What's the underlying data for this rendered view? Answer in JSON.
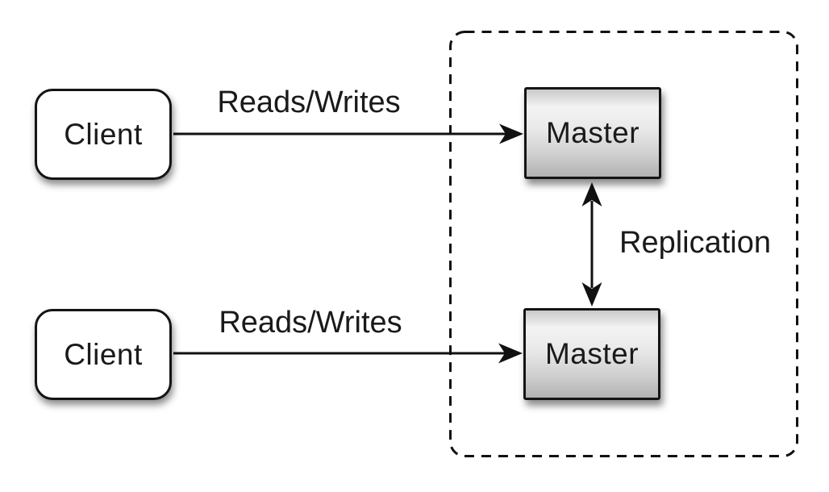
{
  "canvas": {
    "background": "#ffffff",
    "line_color": "#111111",
    "text_color": "#1a1a1a",
    "node_stroke": "#141414",
    "client_fill": "#ffffff",
    "master_fill_top": "#f3f3f3",
    "master_fill_bottom": "#b2b2b2"
  },
  "nodes": {
    "client_top": {
      "label": "Client"
    },
    "client_bottom": {
      "label": "Client"
    },
    "master_top": {
      "label": "Master"
    },
    "master_bottom": {
      "label": "Master"
    }
  },
  "edges": {
    "reads_writes_top": {
      "label": "Reads/Writes"
    },
    "reads_writes_bottom": {
      "label": "Reads/Writes"
    },
    "replication": {
      "label": "Replication"
    }
  }
}
